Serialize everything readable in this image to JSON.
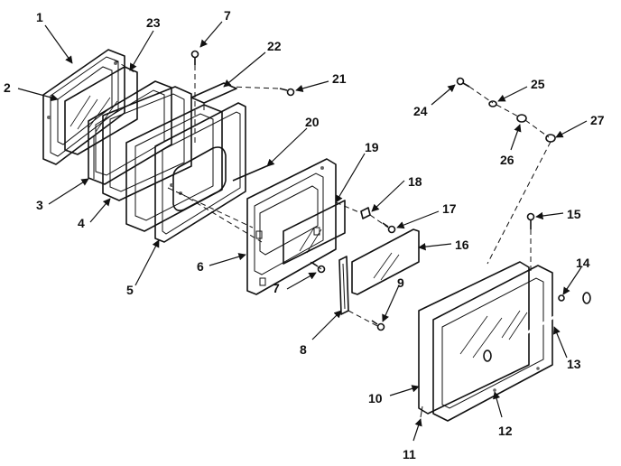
{
  "callouts": [
    {
      "id": "c1",
      "label": "1"
    },
    {
      "id": "c2",
      "label": "2"
    },
    {
      "id": "c3",
      "label": "3"
    },
    {
      "id": "c4",
      "label": "4"
    },
    {
      "id": "c5",
      "label": "5"
    },
    {
      "id": "c6",
      "label": "6"
    },
    {
      "id": "c7a",
      "label": "7"
    },
    {
      "id": "c7b",
      "label": "7"
    },
    {
      "id": "c8",
      "label": "8"
    },
    {
      "id": "c9",
      "label": "9"
    },
    {
      "id": "c10",
      "label": "10"
    },
    {
      "id": "c11",
      "label": "11"
    },
    {
      "id": "c12",
      "label": "12"
    },
    {
      "id": "c13",
      "label": "13"
    },
    {
      "id": "c14",
      "label": "14"
    },
    {
      "id": "c15",
      "label": "15"
    },
    {
      "id": "c16",
      "label": "16"
    },
    {
      "id": "c17",
      "label": "17"
    },
    {
      "id": "c18",
      "label": "18"
    },
    {
      "id": "c19",
      "label": "19"
    },
    {
      "id": "c20",
      "label": "20"
    },
    {
      "id": "c21",
      "label": "21"
    },
    {
      "id": "c22",
      "label": "22"
    },
    {
      "id": "c23",
      "label": "23"
    },
    {
      "id": "c24",
      "label": "24"
    },
    {
      "id": "c25",
      "label": "25"
    },
    {
      "id": "c26",
      "label": "26"
    },
    {
      "id": "c27",
      "label": "27"
    }
  ]
}
